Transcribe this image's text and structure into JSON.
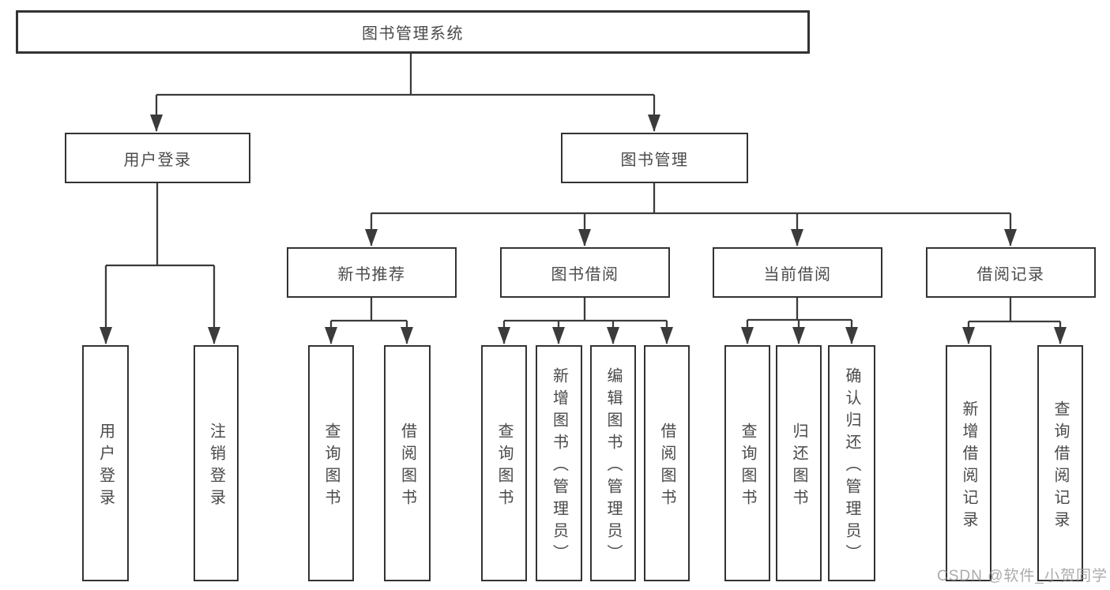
{
  "tree": {
    "label": "图书管理系统",
    "children": [
      {
        "label": "用户登录",
        "children": [
          {
            "label": "用户登录"
          },
          {
            "label": "注销登录"
          }
        ]
      },
      {
        "label": "图书管理",
        "children": [
          {
            "label": "新书推荐",
            "children": [
              {
                "label": "查询图书"
              },
              {
                "label": "借阅图书"
              }
            ]
          },
          {
            "label": "图书借阅",
            "children": [
              {
                "label": "查询图书"
              },
              {
                "label": "新增图书（管理员）"
              },
              {
                "label": "编辑图书（管理员）"
              },
              {
                "label": "借阅图书"
              }
            ]
          },
          {
            "label": "当前借阅",
            "children": [
              {
                "label": "查询图书"
              },
              {
                "label": "归还图书"
              },
              {
                "label": "确认归还（管理员）"
              }
            ]
          },
          {
            "label": "借阅记录",
            "children": [
              {
                "label": "新增借阅记录"
              },
              {
                "label": "查询借阅记录"
              }
            ]
          }
        ]
      }
    ]
  },
  "watermark": {
    "text": "CSDN @软件_小贺同学"
  },
  "colors": {
    "line": "#3b3b3b",
    "box_border": "#333333",
    "text": "#4a4a4a",
    "watermark": "#969696",
    "background": "#ffffff"
  }
}
